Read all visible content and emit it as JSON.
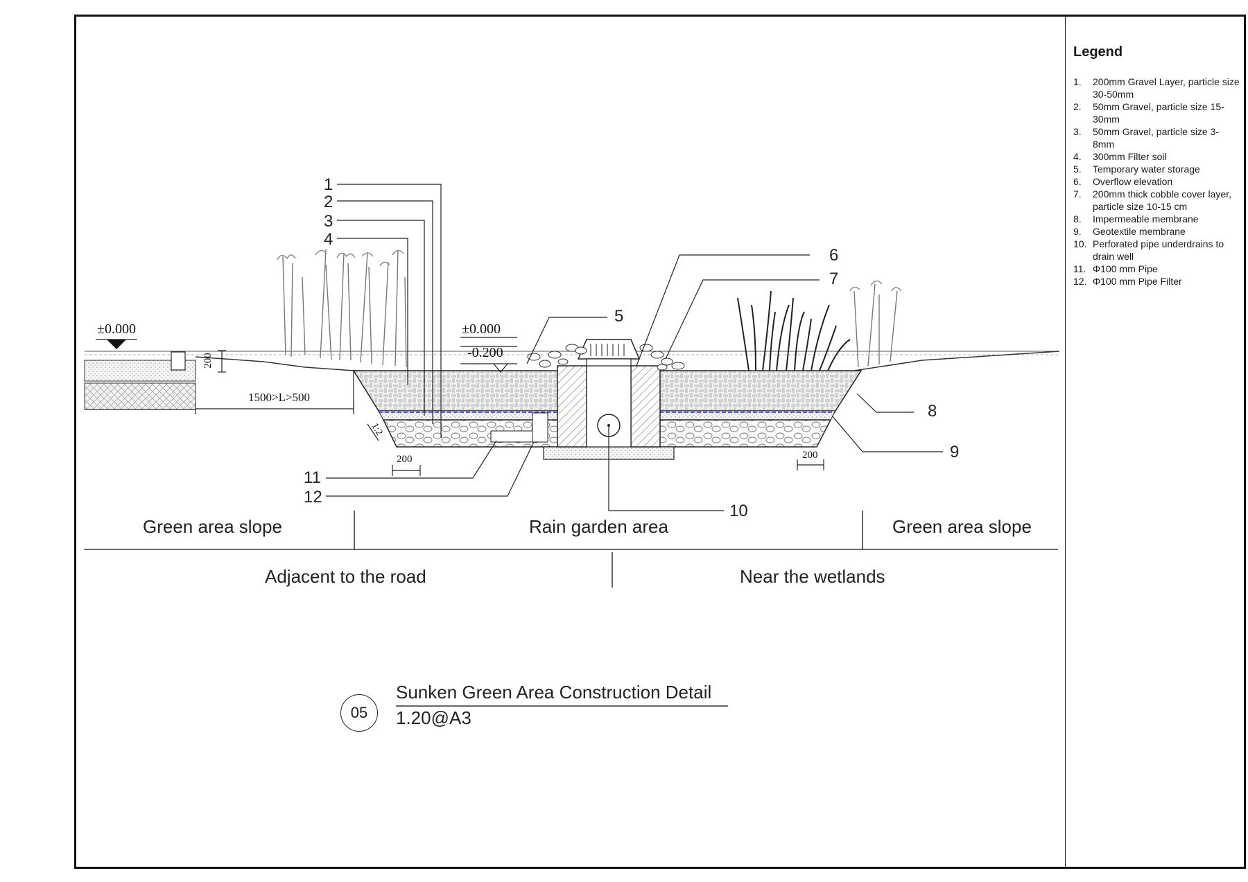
{
  "legend": {
    "title": "Legend",
    "items": [
      {
        "num": "1.",
        "text": "200mm Gravel Layer, particle size 30-50mm"
      },
      {
        "num": "2.",
        "text": "50mm Gravel, particle size 15-30mm"
      },
      {
        "num": "3.",
        "text": "50mm Gravel, particle size 3-8mm"
      },
      {
        "num": "4.",
        "text": "300mm Filter soil"
      },
      {
        "num": "5.",
        "text": "Temporary water storage"
      },
      {
        "num": "6.",
        "text": "Overflow elevation"
      },
      {
        "num": "7.",
        "text": "200mm thick cobble cover layer, particle size 10-15 cm"
      },
      {
        "num": "8.",
        "text": "Impermeable membrane"
      },
      {
        "num": "9.",
        "text": "Geotextile membrane"
      },
      {
        "num": "10.",
        "text": "Perforated pipe underdrains to drain well"
      },
      {
        "num": "11.",
        "text": "Φ100 mm Pipe"
      },
      {
        "num": "12.",
        "text": "Φ100 mm Pipe Filter"
      }
    ]
  },
  "callouts": [
    "1",
    "2",
    "3",
    "4",
    "5",
    "6",
    "7",
    "8",
    "9",
    "10",
    "11",
    "12"
  ],
  "elevations": {
    "road": "±0.000",
    "garden_top": "±0.000",
    "garden_bottom": "-0.200"
  },
  "dimensions": {
    "depth": "200",
    "width_range": "1500>L>500",
    "base_left": "200",
    "base_right": "200",
    "slope": "1:2"
  },
  "zones": {
    "left_slope": "Green area slope",
    "rain_garden": "Rain garden area",
    "right_slope": "Green area slope",
    "road_side": "Adjacent to the road",
    "wetland_side": "Near the wetlands"
  },
  "title": {
    "number": "05",
    "name": "Sunken Green Area Construction Detail",
    "scale": "1.20@A3"
  },
  "colors": {
    "line": "#222222",
    "membrane": "#2a2ae0",
    "fill_soil": "#e8e8e8"
  }
}
